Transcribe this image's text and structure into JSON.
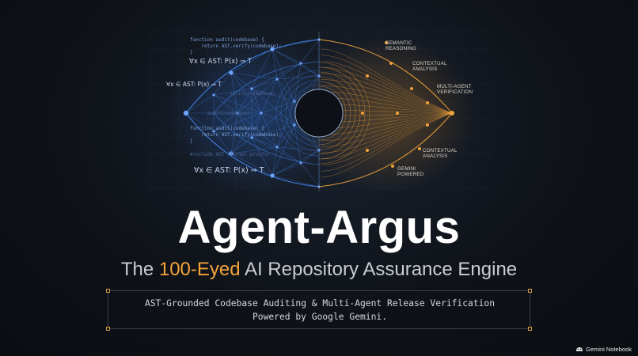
{
  "code": {
    "top": [
      "function audit(codebase) {",
      "    return AST.verify(codebase);",
      "}"
    ],
    "mid_faint": "verify(codebase) ...",
    "mid_faint2": "audit(codebase)",
    "lower": [
      "function audit(codebase) {",
      "    return AST.verify(codebase);",
      "}"
    ],
    "lower_faint": "#include AST (formal proofs)"
  },
  "formulas": [
    "∀x ∈ AST: P(x) ⇒ T",
    "∀x ∈ AST: P(x) ⇒ T",
    "∀x ∈ AST: P(x) ⇒ T"
  ],
  "node_labels": {
    "semantic": [
      "SEMANTIC",
      "REASONING"
    ],
    "contextual_top": [
      "CONTEXTUAL",
      "ANALYSIS"
    ],
    "multi_agent": [
      "MULTI-AGENT",
      "VERIFICATION"
    ],
    "contextual_bottom": [
      "CONTEXTUAL",
      "ANALYSIS"
    ],
    "gemini": [
      "GEMINI",
      "POWERED"
    ]
  },
  "title": "Agent-Argus",
  "subtitle": {
    "pre": "The ",
    "accent": "100-Eyed",
    "post": " AI Repository Assurance Engine"
  },
  "description": {
    "line1": "AST-Grounded Codebase Auditing & Multi-Agent Release Verification",
    "line2": "Powered by Google Gemini."
  },
  "badge": {
    "label": "Gemini Notebook",
    "icon": "notebook-icon"
  },
  "colors": {
    "blue": "#3f7fe0",
    "amber": "#f2a33a",
    "background": "#0f1319"
  }
}
